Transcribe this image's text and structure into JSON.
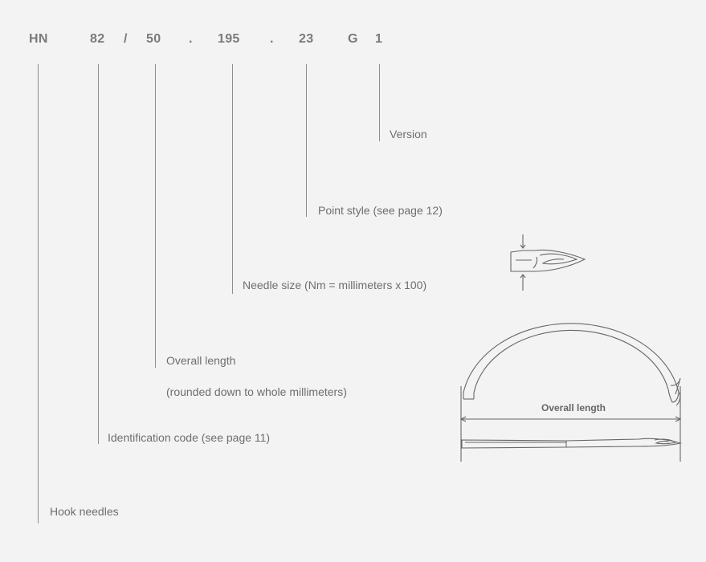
{
  "code": {
    "prefix": "HN",
    "ident": "82",
    "slash": "/",
    "length": "50",
    "dot1": ".",
    "size": "195",
    "dot2": ".",
    "point": "23",
    "g": "G",
    "version": "1"
  },
  "labels": {
    "version": "Version",
    "point_style": "Point style (see page 12)",
    "needle_size": "Needle size (Nm = millimeters x 100)",
    "overall_length": "Overall length",
    "overall_length_note": "(rounded down to whole millimeters)",
    "ident_code": "Identification code (see page 11)",
    "hook_needles": "Hook needles"
  },
  "figure": {
    "dimension_label": "Overall length"
  },
  "colors": {
    "background": "#f3f3f3",
    "text": "#6e6e6e",
    "code_text": "#7a7a7a",
    "lines": "#8d8d8d"
  }
}
